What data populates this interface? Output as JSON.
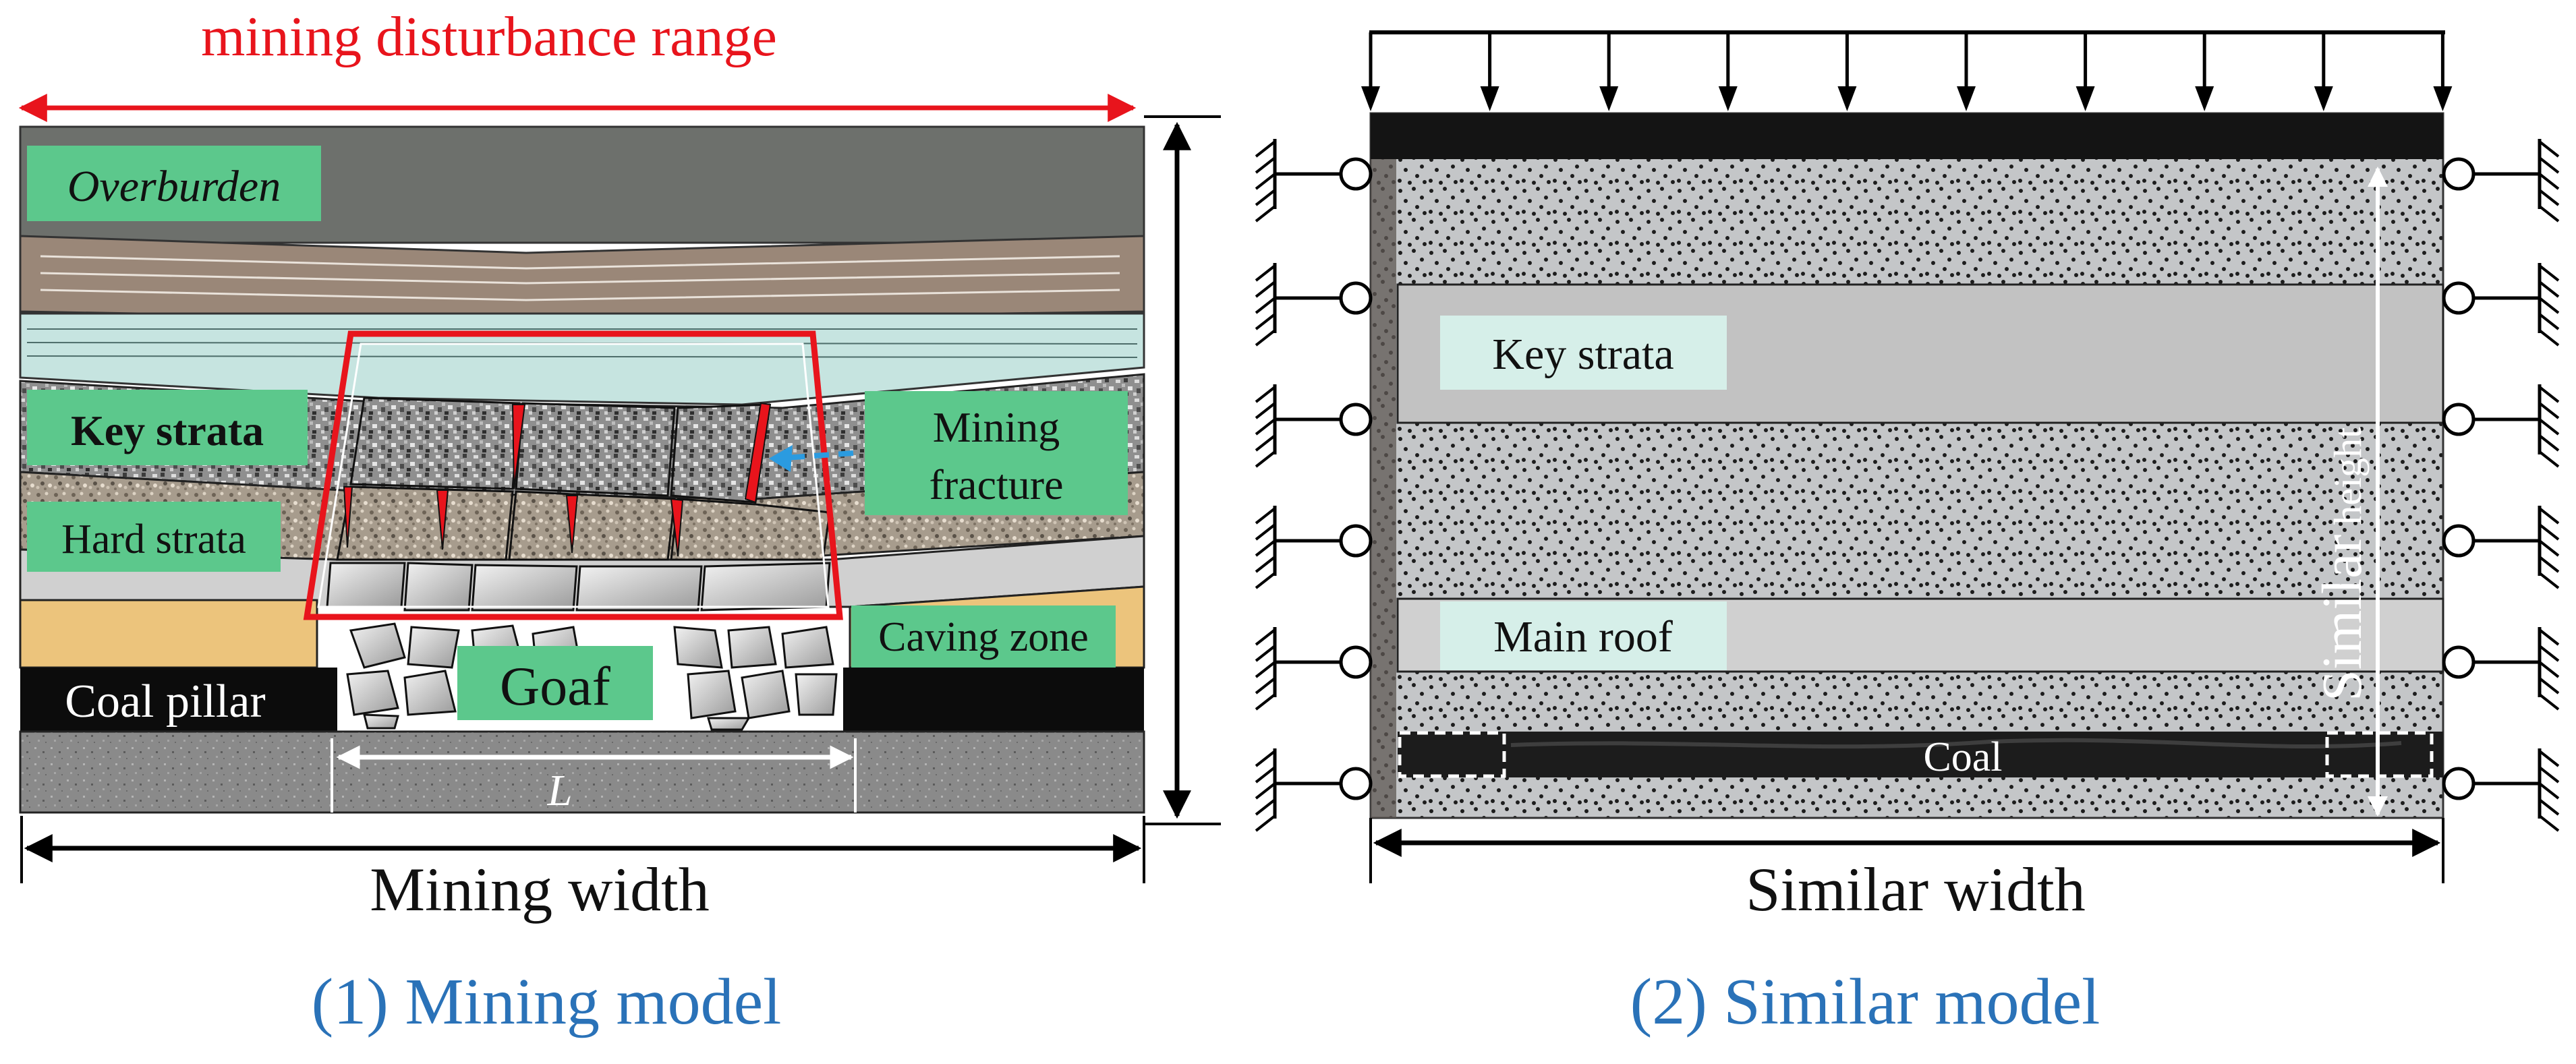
{
  "left_panel": {
    "range_label": "mining disturbance range",
    "overburden": "Overburden",
    "key_strata": "Key strata",
    "hard_strata": "Hard strata",
    "mining_fracture_1": "Mining",
    "mining_fracture_2": "fracture",
    "caving_zone": "Caving zone",
    "coal_pillar": "Coal pillar",
    "goaf": "Goaf",
    "length_symbol": "L",
    "width_label": "Mining width",
    "caption": "(1) Mining model"
  },
  "right_panel": {
    "key_strata": "Key strata",
    "main_roof": "Main roof",
    "coal": "Coal",
    "height_label_big": "Similar",
    "height_label_small": "height",
    "width_label": "Similar width",
    "caption": "(2) Similar model"
  },
  "colors": {
    "red_accent": "#e8141c",
    "caption_blue": "#2a72b8",
    "label_green": "#5cc88c",
    "label_mint": "#d6efe9",
    "overburden": "#6d706c",
    "brown_layer": "#9a8778",
    "teal_layer": "#c6e4e0",
    "gravel": "#a79c8d",
    "yellow_layer": "#ecc47c",
    "coal_black": "#0c0c0c",
    "floor_gray": "#8a8a8a"
  }
}
